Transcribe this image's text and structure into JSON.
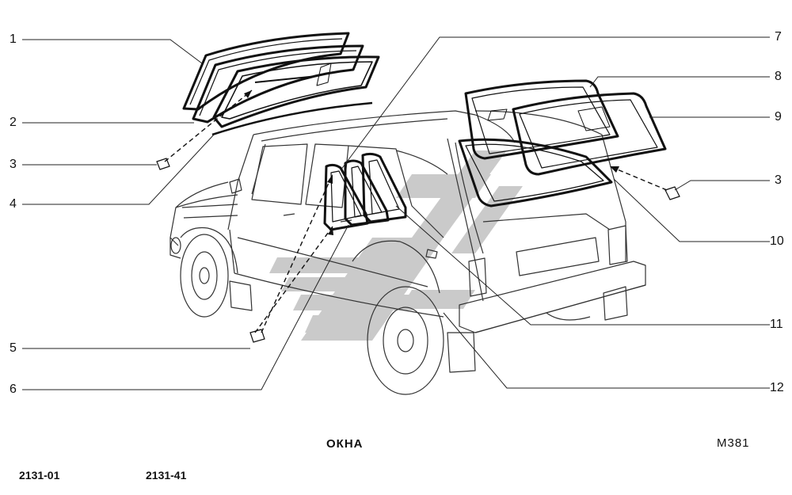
{
  "figure": {
    "title": "ОКНА",
    "code": "M381",
    "models": [
      "2131-01",
      "2131-41"
    ]
  },
  "callouts": [
    {
      "id": "c1",
      "label": "1"
    },
    {
      "id": "c2",
      "label": "2"
    },
    {
      "id": "c3l",
      "label": "3"
    },
    {
      "id": "c4",
      "label": "4"
    },
    {
      "id": "c5",
      "label": "5"
    },
    {
      "id": "c6",
      "label": "6"
    },
    {
      "id": "c7",
      "label": "7"
    },
    {
      "id": "c8",
      "label": "8"
    },
    {
      "id": "c9",
      "label": "9"
    },
    {
      "id": "c3r",
      "label": "3"
    },
    {
      "id": "c10",
      "label": "10"
    },
    {
      "id": "c11",
      "label": "11"
    },
    {
      "id": "c12",
      "label": "12"
    }
  ],
  "colors": {
    "ink": "#111111",
    "line": "#222222",
    "watermark": "#9a9a9a",
    "background": "#ffffff"
  }
}
